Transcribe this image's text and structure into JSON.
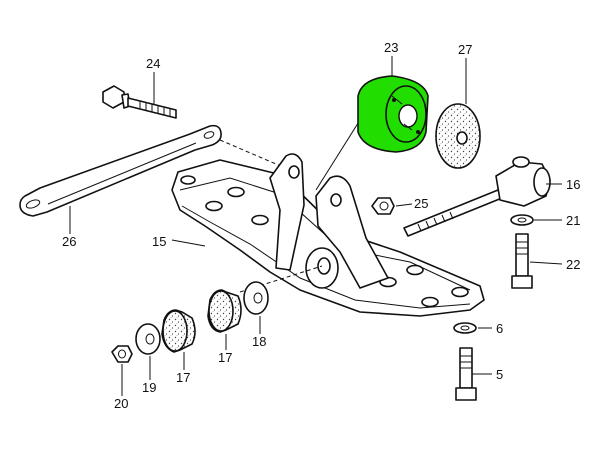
{
  "diagram": {
    "highlight_color": "#22dd00",
    "line_color": "#111111",
    "labels": {
      "p23": "23",
      "p27": "27",
      "p24": "24",
      "p16": "16",
      "p25": "25",
      "p21": "21",
      "p26": "26",
      "p15": "15",
      "p22": "22",
      "p6": "6",
      "p5": "5",
      "p17a": "17",
      "p17b": "17",
      "p18": "18",
      "p19": "19",
      "p20": "20"
    }
  }
}
